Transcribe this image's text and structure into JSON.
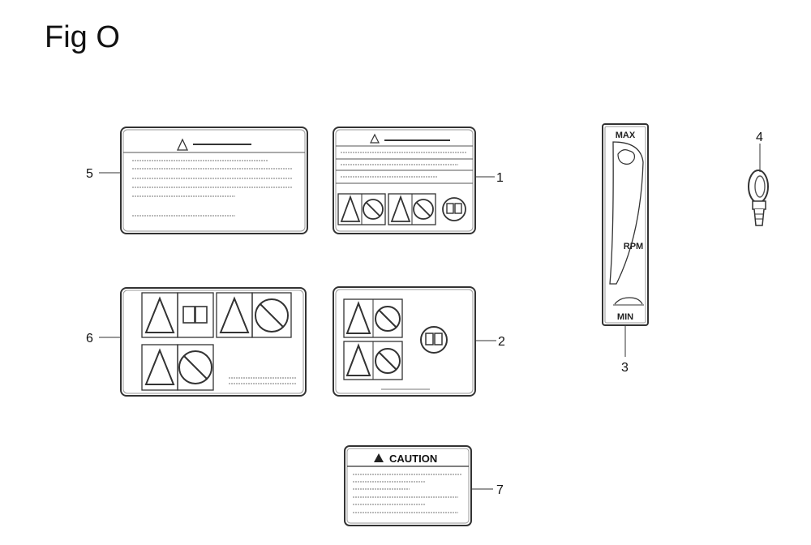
{
  "figure": {
    "title": "Fig O"
  },
  "callouts": [
    "1",
    "2",
    "3",
    "4",
    "5",
    "6",
    "7"
  ],
  "labels": {
    "caution_text": "CAUTION",
    "throttle_max": "MAX",
    "throttle_rpm": "RPM",
    "throttle_min": "MIN"
  },
  "colors": {
    "line": "#333333",
    "light_line": "#777777"
  }
}
